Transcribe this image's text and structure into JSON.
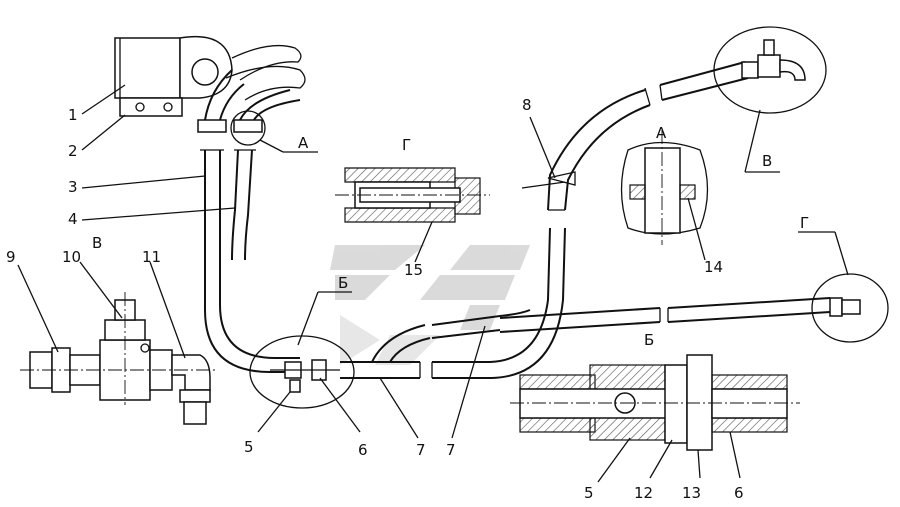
{
  "labels": [
    {
      "id": "1",
      "text": "1"
    },
    {
      "id": "2",
      "text": "2"
    },
    {
      "id": "3",
      "text": "3"
    },
    {
      "id": "4",
      "text": "4"
    },
    {
      "id": "5a",
      "text": "5"
    },
    {
      "id": "6a",
      "text": "6"
    },
    {
      "id": "7a",
      "text": "7"
    },
    {
      "id": "7b",
      "text": "7"
    },
    {
      "id": "8",
      "text": "8"
    },
    {
      "id": "9",
      "text": "9"
    },
    {
      "id": "10",
      "text": "10"
    },
    {
      "id": "11",
      "text": "11"
    },
    {
      "id": "14",
      "text": "14"
    },
    {
      "id": "15",
      "text": "15"
    },
    {
      "id": "5b",
      "text": "5"
    },
    {
      "id": "12",
      "text": "12"
    },
    {
      "id": "13",
      "text": "13"
    },
    {
      "id": "6b",
      "text": "6"
    }
  ],
  "callouts": {
    "A": "А",
    "B": "Б",
    "V": "В",
    "G": "Г"
  },
  "views": {
    "A": "А",
    "B": "Б",
    "V": "В",
    "G": "Г"
  },
  "colors": {
    "line": "#111111",
    "hatch": "#999999",
    "watermark": "#c8c8c8"
  }
}
